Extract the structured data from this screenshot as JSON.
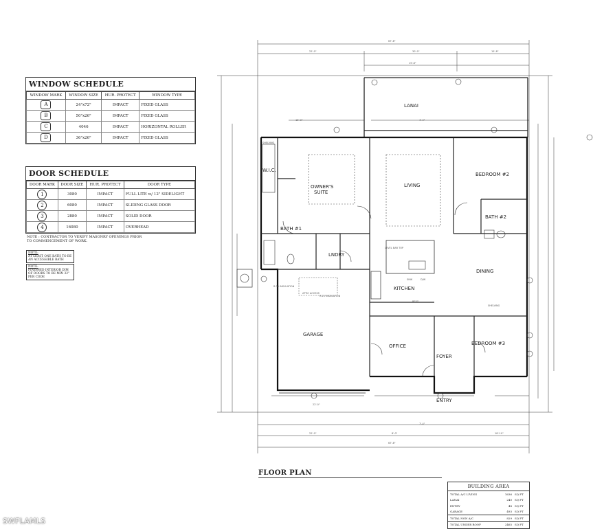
{
  "window_schedule": {
    "title": "WINDOW SCHEDULE",
    "headers": [
      "WINDOW MARK",
      "WINDOW SIZE",
      "HUR. PROTECT",
      "WINDOW TYPE"
    ],
    "rows": [
      {
        "mark": "A",
        "size": "24\"x72\"",
        "protect": "IMPACT",
        "type": "FIXED GLASS"
      },
      {
        "mark": "B",
        "size": "50\"x26\"",
        "protect": "IMPACT",
        "type": "FIXED GLASS"
      },
      {
        "mark": "C",
        "size": "4046",
        "protect": "IMPACT",
        "type": "HORIZONTAL ROLLER"
      },
      {
        "mark": "D",
        "size": "36\"x26\"",
        "protect": "IMPACT",
        "type": "FIXED GLASS"
      }
    ]
  },
  "door_schedule": {
    "title": "DOOR SCHEDULE",
    "headers": [
      "DOOR MARK",
      "DOOR SIZE",
      "HUR. PROTECT",
      "DOOR TYPE"
    ],
    "rows": [
      {
        "mark": "1",
        "size": "3080",
        "protect": "IMPACT",
        "type": "FULL LITE w/ 12\" SIDELIGHT"
      },
      {
        "mark": "2",
        "size": "6080",
        "protect": "IMPACT",
        "type": "SLIDING GLASS DOOR"
      },
      {
        "mark": "3",
        "size": "2880",
        "protect": "IMPACT",
        "type": "SOLID DOOR"
      },
      {
        "mark": "4",
        "size": "16080",
        "protect": "IMPACT",
        "type": "OVERHEAD"
      }
    ]
  },
  "notes": {
    "contractor": "NOTE : CONTRACTOR TO VERIFY MASONRY OPENINGS PRIOR TO COMMENCEMENT OF WORK.",
    "note1_title": "NOTE:",
    "note1_text": "AT LEAST ONE BATH TO BE AN ACCESSIBLE BATH",
    "note2_title": "NOTE:",
    "note2_text": "FINISHED INTERIOR DIM OF DOORS TO BE MIN 32\" PER CODE"
  },
  "rooms": {
    "lanai": "LANAI",
    "living": "LIVING",
    "owners_suite_1": "OWNER'S",
    "owners_suite_2": "SUITE",
    "bedroom2": "BEDROOM #2",
    "bath2": "BATH #2",
    "wic": "W.I.C.",
    "bath1": "BATH #1",
    "laundry": "LNDRY",
    "kitchen": "KITCHEN",
    "dining": "DINING",
    "garage": "GARAGE",
    "office": "OFFICE",
    "foyer": "FOYER",
    "bedroom3": "BEDROOM #3",
    "entry": "ENTRY"
  },
  "plan_labels": {
    "shelving": "SHELVING",
    "insulation1": "R-30 INSULATION",
    "insulation2": "R-15 INSULATION",
    "attic": "ATTIC ACCESS",
    "level_bar": "LEVEL BAR TOP",
    "refg": "REFG",
    "sink": "SINK",
    "dw": "D/W"
  },
  "floor_plan_title": "FLOOR PLAN",
  "building_area": {
    "title": "BUILDING AREA",
    "rows": [
      {
        "name": "TOTAL A/C LIVING",
        "value": "1636",
        "unit": "SQ FT"
      },
      {
        "name": "LANAI",
        "value": "240",
        "unit": "SQ FT"
      },
      {
        "name": "ENTRY",
        "value": "48",
        "unit": "SQ FT"
      },
      {
        "name": "GARAGE",
        "value": "493",
        "unit": "SQ FT"
      },
      {
        "name": "TOTAL NON A/C",
        "value": "829",
        "unit": "SQ FT"
      },
      {
        "name": "TOTAL UNDER ROOF",
        "value": "2465",
        "unit": "SQ FT"
      }
    ]
  },
  "watermark": "SWFLAMLS",
  "colors": {
    "line": "#222222",
    "background": "#ffffff"
  }
}
